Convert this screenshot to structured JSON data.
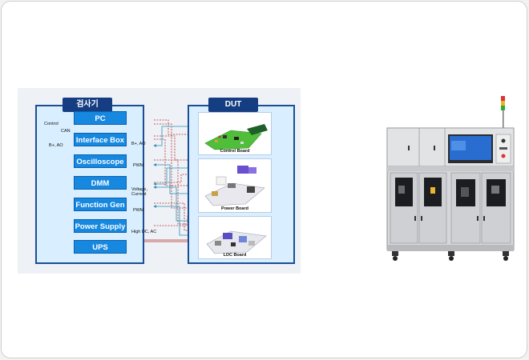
{
  "tester": {
    "title": "검사기",
    "modules": [
      "PC",
      "Interface Box",
      "Oscilloscope",
      "DMM",
      "Function Gen",
      "Power Supply",
      "UPS"
    ]
  },
  "dut": {
    "title": "DUT",
    "boards": [
      "Control Board",
      "Power Board",
      "LDC Board"
    ]
  },
  "connection_labels": {
    "control": "Control",
    "can": "CAN",
    "bplus_left": "B+, AO",
    "bplus_right": "B+, AO",
    "pwm1": "PWM",
    "voltage": "Voltage,",
    "current": "Current",
    "pwm2": "PWM",
    "high_dc": "High DC, AC"
  },
  "colors": {
    "tester_wire": "#e03030",
    "signal_wire": "#b5322e",
    "dut_wire": "#2d8fb5",
    "module_blue": "#1688e0",
    "title_navy": "#153e82"
  }
}
